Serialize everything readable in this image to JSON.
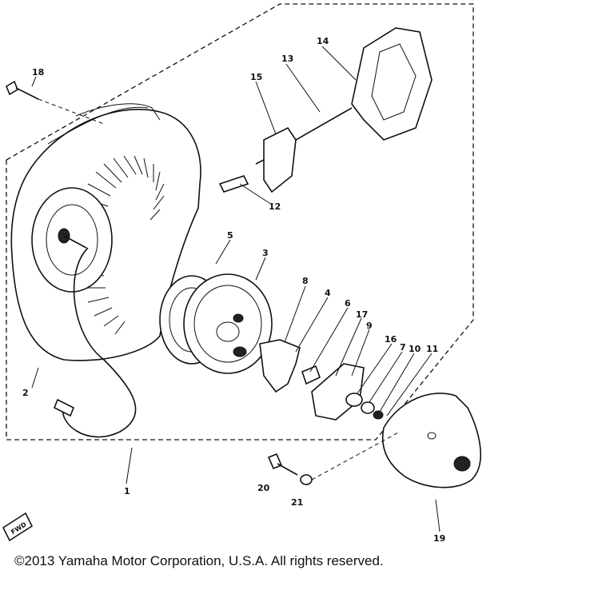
{
  "callouts": {
    "c1": "1",
    "c2": "2",
    "c3": "3",
    "c4": "4",
    "c5": "5",
    "c6": "6",
    "c7": "7",
    "c8": "8",
    "c9": "9",
    "c10": "10",
    "c11": "11",
    "c12": "12",
    "c13": "13",
    "c14": "14",
    "c15": "15",
    "c16": "16",
    "c17": "17",
    "c18": "18",
    "c19": "19",
    "c20": "20",
    "c21": "21"
  },
  "fwd_label": "FWD",
  "copyright": "©2013 Yamaha Motor Corporation, U.S.A. All rights reserved."
}
